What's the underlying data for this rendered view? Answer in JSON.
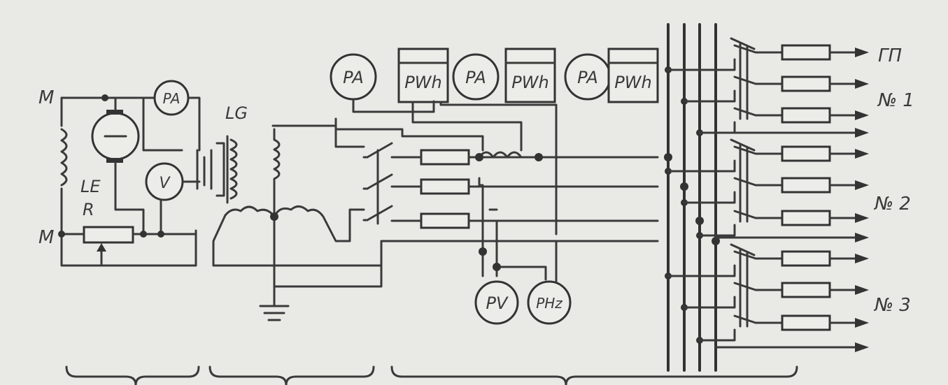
{
  "labels": {
    "motor_top": "M",
    "motor_bottom": "M",
    "exciter": "LE",
    "rheostat": "R",
    "generator": "LG",
    "gp": "ГП",
    "no1": "№ 1",
    "no2": "№ 2",
    "no3": "№ 3"
  },
  "meters": {
    "pa_exciter": "PA",
    "v_exciter": "V",
    "pa_1": "PA",
    "pwh_1": "PWh",
    "pa_2": "PA",
    "pwh_2": "PWh",
    "pa_3": "PA",
    "pwh_3": "PWh",
    "pv": "PV",
    "phz": "PHz"
  },
  "colors": {
    "ink": "#333333",
    "paper": "#e9e9e6"
  }
}
